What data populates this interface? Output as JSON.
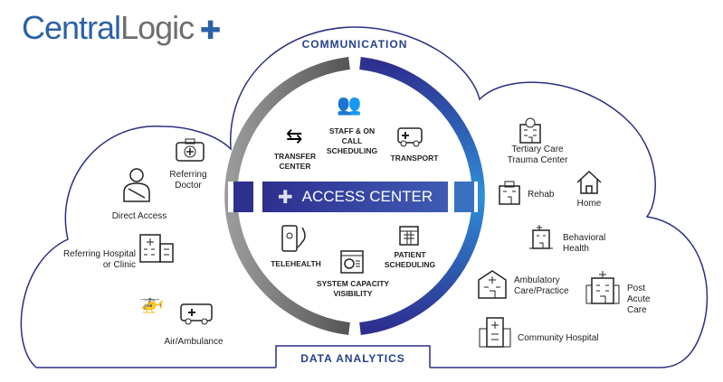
{
  "logo": {
    "part1": "Central",
    "part2": "Logic"
  },
  "headers": {
    "top": "COMMUNICATION",
    "bottom": "DATA ANALYTICS"
  },
  "center": {
    "title": "ACCESS CENTER",
    "services": [
      {
        "label": "TRANSFER CENTER",
        "icon": "transfer-arrows-icon"
      },
      {
        "label": "STAFF & ON CALL SCHEDULING",
        "icon": "staff-icon"
      },
      {
        "label": "TRANSPORT",
        "icon": "ambulance-icon"
      },
      {
        "label": "TELEHEALTH",
        "icon": "telehealth-icon"
      },
      {
        "label": "SYSTEM CAPACITY VISIBILITY",
        "icon": "dashboard-icon"
      },
      {
        "label": "PATIENT SCHEDULING",
        "icon": "calendar-icon"
      }
    ]
  },
  "left": [
    {
      "label": "Referring Doctor",
      "icon": "medical-bag-icon"
    },
    {
      "label": "Direct Access",
      "icon": "patient-icon"
    },
    {
      "label": "Referring Hospital or Clinic",
      "icon": "hospital-icon"
    },
    {
      "label": "Air/Ambulance",
      "icon": "helicopter-ambulance-icon"
    }
  ],
  "right": [
    {
      "label": "Tertiary Care Trauma Center",
      "icon": "hospital-icon"
    },
    {
      "label": "Rehab",
      "icon": "rehab-icon"
    },
    {
      "label": "Home",
      "icon": "home-icon"
    },
    {
      "label": "Behavioral Health",
      "icon": "behavioral-icon"
    },
    {
      "label": "Ambulatory Care/Practice",
      "icon": "clinic-icon"
    },
    {
      "label": "Post Acute Care",
      "icon": "post-acute-icon"
    },
    {
      "label": "Community Hospital",
      "icon": "community-hospital-icon"
    }
  ],
  "colors": {
    "navy": "#25408f",
    "blue": "#2b61a6",
    "gray": "#6d6e71"
  }
}
